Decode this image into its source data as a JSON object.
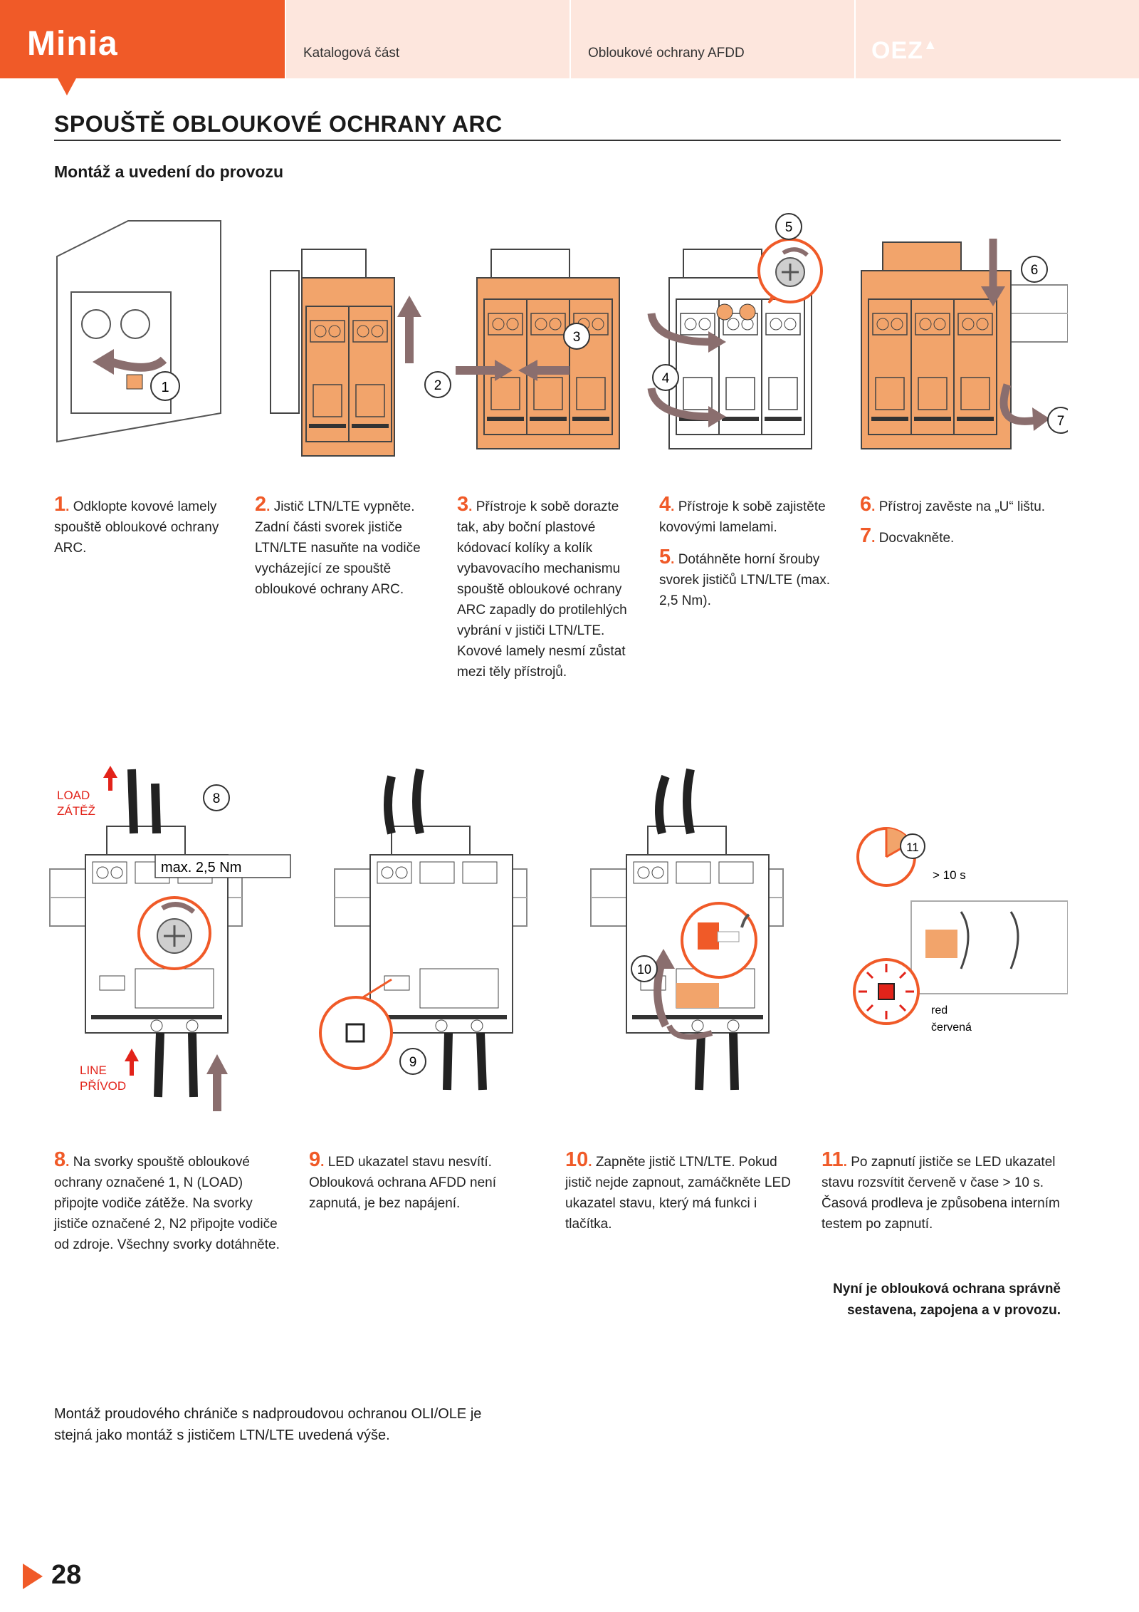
{
  "header": {
    "brand": "Minia",
    "section": "Katalogová část",
    "chapter": "Obloukové ochrany AFDD",
    "logo": "OEZ"
  },
  "title": "SPOUŠTĚ OBLOUKOVÉ OCHRANY ARC",
  "subtitle": "Montáž a uvedení do provozu",
  "figure_labels": {
    "n1": "1",
    "n2": "2",
    "n3": "3",
    "n4": "4",
    "n5": "5",
    "n6": "6",
    "n7": "7",
    "n8": "8",
    "n9": "9",
    "n10": "10",
    "n11": "11",
    "load": "LOAD",
    "load_cz": "ZÁTĚŽ",
    "line": "LINE",
    "line_cz": "PŘÍVOD",
    "torque": "max. 2,5 Nm",
    "time": "> 10 s",
    "red": "red",
    "red_cz": "červená"
  },
  "steps_top": [
    {
      "n": "1",
      "text": "Odklopte kovové lamely spouště obloukové ochrany ARC."
    },
    {
      "n": "2",
      "text": "Jistič LTN/LTE vypněte. Zadní části svorek jističe LTN/LTE nasuňte na vodiče vycházející ze spouště obloukové ochrany ARC."
    },
    {
      "n": "3",
      "text": "Přístroje k sobě dorazte tak, aby boční plastové kódovací kolíky a kolík vybavovacího mechanismu spouště obloukové ochrany ARC zapadly do protilehlých vybrání v jističi LTN/LTE. Kovové lamely nesmí zůstat mezi těly přístrojů."
    },
    {
      "n": "4",
      "text": "Přístroje k sobě zajistěte kovovými lamelami."
    },
    {
      "n": "5",
      "text": "Dotáhněte horní šrouby svorek jističů LTN/LTE (max. 2,5 Nm)."
    },
    {
      "n": "6",
      "text": "Přístroj zavěste na „U“ lištu."
    },
    {
      "n": "7",
      "text": "Docvakněte."
    }
  ],
  "steps_bottom": [
    {
      "n": "8",
      "text": "Na svorky spouště obloukové ochrany označené 1, N (LOAD) připojte vodiče zátěže. Na svorky jističe označené 2, N2 připojte vodiče od zdroje. Všechny svorky dotáhněte."
    },
    {
      "n": "9",
      "text": "LED ukazatel stavu nesvítí. Oblouková ochrana AFDD není zapnutá, je bez napájení."
    },
    {
      "n": "10",
      "text": "Zapněte jistič LTN/LTE. Pokud jistič nejde zapnout, zamáčkněte LED ukazatel stavu, který má funkci i tlačítka."
    },
    {
      "n": "11",
      "text": "Po zapnutí jističe se LED ukazatel stavu rozsvítit červeně v čase > 10 s. Časová prodleva je způsobena interním testem po zapnutí."
    }
  ],
  "final_note": "Nyní je oblouková ochrana správně sestavena, zapojena a v provozu.",
  "bottom_note": "Montáž proudového chrániče s nadproudovou ochranou OLI/OLE je stejná jako montáž s jističem LTN/LTE uvedená výše.",
  "page_number": "28",
  "colors": {
    "accent": "#f05a28",
    "header_tint": "#fde6dd",
    "device_orange": "#f2a46b",
    "arrow_gray": "#8a6e6e"
  }
}
